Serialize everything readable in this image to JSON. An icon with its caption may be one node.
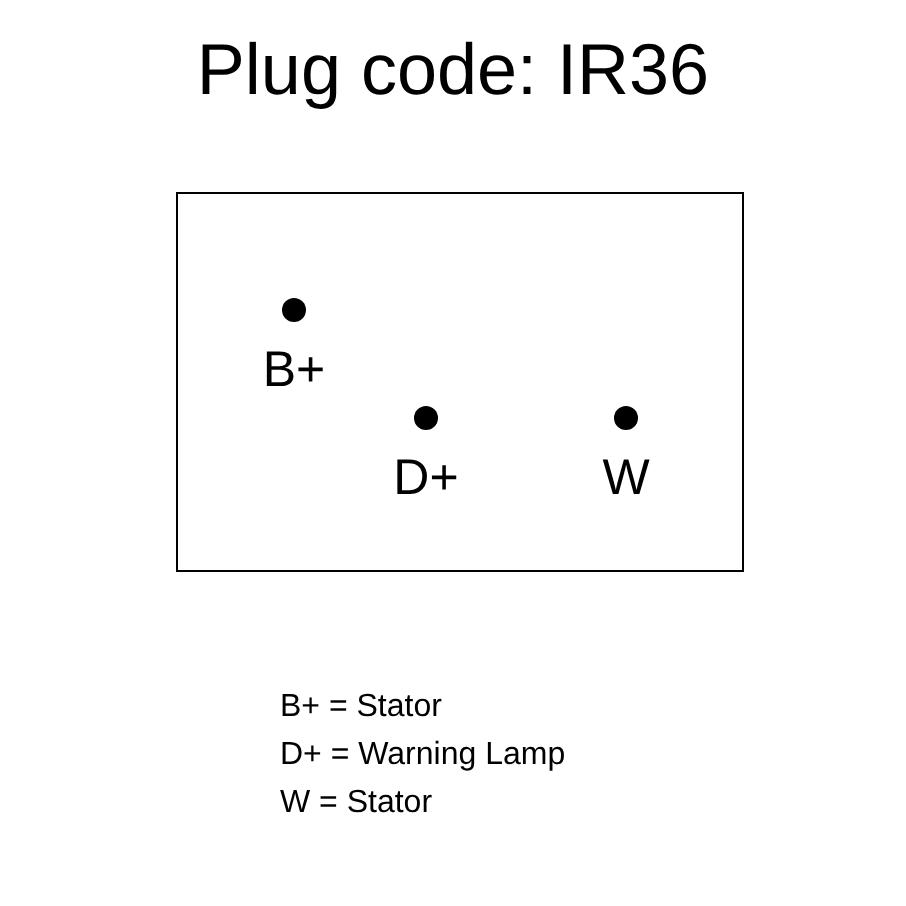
{
  "diagram": {
    "title": "Plug code: IR36",
    "nodes": [
      {
        "text": [],
        "shape": "box"
      },
      {
        "text": [
          "B+"
        ],
        "in": 0
      },
      {
        "text": [
          "D+"
        ],
        "in": 0
      },
      {
        "text": [
          "W"
        ],
        "in": 0
      }
    ],
    "labels": [
      "B+ = Stator",
      "D+ = Warning Lamp",
      "W = Stator"
    ]
  }
}
